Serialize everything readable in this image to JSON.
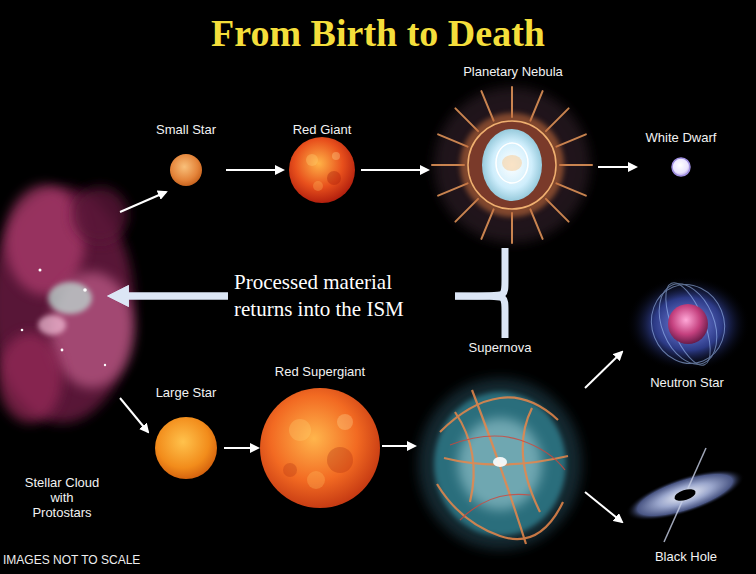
{
  "diagram": {
    "title": "From Birth to Death",
    "nodes": [
      {
        "text": [
          "Small Star"
        ]
      },
      {
        "text": [
          "Red Giant"
        ]
      },
      {
        "text": [
          "Planetary Nebula"
        ]
      },
      {
        "text": [
          "White Dwarf"
        ]
      },
      {
        "text": [
          "Stellar Cloud with Protostars"
        ]
      },
      {
        "text": [
          "Large Star"
        ]
      },
      {
        "text": [
          "Red Supergiant"
        ]
      },
      {
        "text": [
          "Supernova"
        ]
      },
      {
        "text": [
          "Neutron Star"
        ]
      },
      {
        "text": [
          "Black Hole"
        ]
      }
    ],
    "edges": [
      {
        "from": 4,
        "to": 0,
        "arrow": "to"
      },
      {
        "from": 0,
        "to": 1,
        "arrow": "to"
      },
      {
        "from": 1,
        "to": 2,
        "arrow": "to"
      },
      {
        "from": 2,
        "to": 3,
        "arrow": "to"
      },
      {
        "from": 4,
        "to": 5,
        "arrow": "to"
      },
      {
        "from": 5,
        "to": 6,
        "arrow": "to"
      },
      {
        "from": 6,
        "to": 7,
        "arrow": "to"
      },
      {
        "from": 7,
        "to": 8,
        "arrow": "to"
      },
      {
        "from": 7,
        "to": 9,
        "arrow": "to"
      },
      {
        "from": 2,
        "to": 4,
        "label": "Processed material returns into the ISM",
        "arrow": "to"
      },
      {
        "from": 7,
        "to": 4,
        "arrow": "to"
      }
    ],
    "labels": [
      "IMAGES NOT TO SCALE"
    ]
  }
}
